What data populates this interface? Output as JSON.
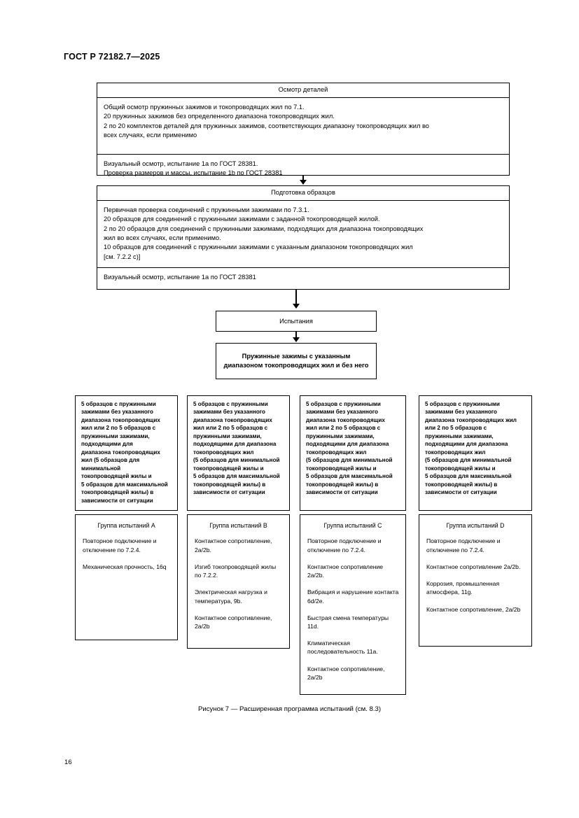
{
  "document": {
    "standard_number": "ГОСТ Р 72182.7—2025",
    "page_number": "16",
    "figure_caption": "Рисунок 7 — Расширенная программа испытаний (см. 8.3)"
  },
  "flowchart": {
    "inspection_box": {
      "title": "Осмотр деталей",
      "body_line_1": "Общий осмотр пружинных зажимов и токопроводящих жил по 7.1.",
      "body_line_2": "20 пружинных зажимов без определенного диапазона токопроводящих жил.",
      "body_line_3": "2 по 20 комплектов деталей для пружинных зажимов, соответствующих диапазону токопроводящих жил во",
      "body_line_4": "всех случаях, если применимо",
      "footer_line_1": "Визуальный осмотр, испытание 1a по ГОСТ 28381.",
      "footer_line_2": "Проверка размеров и массы, испытание 1b по ГОСТ 28381"
    },
    "preparation_box": {
      "title": "Подготовка образцов",
      "body_line_1": "Первичная проверка соединений с пружинными зажимами по 7.3.1.",
      "body_line_2": "20 образцов для соединений с пружинными зажимами с заданной токопроводящей жилой.",
      "body_line_3": "2 по 20 образцов для соединений с пружинными зажимами, подходящих для диапазона токопроводящих",
      "body_line_4": "жил во всех случаях, если применимо.",
      "body_line_5": "10 образцов для соединений с пружинными зажимами с указанным диапазоном токопроводящих жил",
      "body_line_6": "[см. 7.2.2 c)]",
      "footer_line_1": "Визуальный осмотр, испытание 1a по ГОСТ 28381"
    },
    "tests_box": {
      "title": "Испытания"
    },
    "clamps_box": {
      "text": "Пружинные зажимы с указанным диапазоном токопроводящих жил и без него"
    },
    "sample_boxes": [
      {
        "lines": [
          "5 образцов с пружинными",
          "зажимами без указанного",
          "диапазона токопроводящих",
          "жил или 2 по 5 образцов с",
          "пружинными  зажимами,",
          "подходящими для",
          "диапазона токопроводящих",
          "жил (5 образцов для",
          "минимальной",
          "токопроводящей жилы и",
          "5 образцов для максимальной",
          "токопроводящей жилы) в",
          "зависимости от ситуации"
        ]
      },
      {
        "lines": [
          "5 образцов с пружинными",
          "зажимами  без указанного",
          "диапазона токопроводящих",
          "жил или 2 по 5 образцов с",
          "пружинными зажимами,",
          "подходящими для диапазона",
          "токопроводящих жил",
          "(5 образцов для минимальной",
          "токопроводящей жилы и",
          "5 образцов для максимальной",
          "токопроводящей жилы) в",
          "зависимости от ситуации"
        ]
      },
      {
        "lines": [
          "5 образцов с пружинными",
          "зажимами без указанного",
          "диапазона токопроводящих",
          "жил или 2 по 5 образцов с",
          "пружинными зажимами,",
          "подходящими для диапазона",
          "токопроводящих жил",
          "(5 образцов для минимальной",
          "токопроводящей жилы и",
          "5 образцов для максимальной",
          "токопроводящей жилы) в",
          "зависимости от ситуации"
        ]
      },
      {
        "lines": [
          "5 образцов с пружинными",
          "зажимами без указанного",
          "диапазона токопроводящих жил",
          "или 2 по 5 образцов  с",
          "пружинными зажимами,",
          "подходящими для диапазона",
          "токопроводящих жил",
          "(5 образцов для минимальной",
          "токопроводящей жилы  и",
          "5 образцов для максимальной",
          "токопроводящей жилы) в",
          "зависимости от ситуации"
        ]
      }
    ],
    "group_boxes": [
      {
        "title": "Группа испытаний A",
        "items": [
          "Повторное подключение и отключение по 7.2.4.",
          "Механическая прочность, 16q"
        ]
      },
      {
        "title": "Группа испытаний B",
        "items": [
          "Контактное сопротивление, 2a/2b.",
          "Изгиб токопроводящей жилы по 7.2.2.",
          "Электрическая нагрузка и температура, 9b.",
          "Контактное сопротивление, 2a/2b"
        ]
      },
      {
        "title": "Группа испытаний C",
        "items": [
          "Повторное подключение и отключение по 7.2.4.",
          "Контактное сопротивление 2a/2b.",
          "Вибрация и нарушение контакта 6d/2e.",
          "Быстрая смена температуры 11d.",
          "Климатическая последовательность 11a.",
          "Контактное сопротивление, 2a/2b"
        ]
      },
      {
        "title": "Группа испытаний D",
        "items": [
          "Повторное подключение и отключение по 7.2.4.",
          "Контактное сопротивление 2a/2b.",
          "Коррозия, промышленная атмосфера, 11g.",
          "Контактное сопротивление, 2a/2b"
        ]
      }
    ]
  }
}
